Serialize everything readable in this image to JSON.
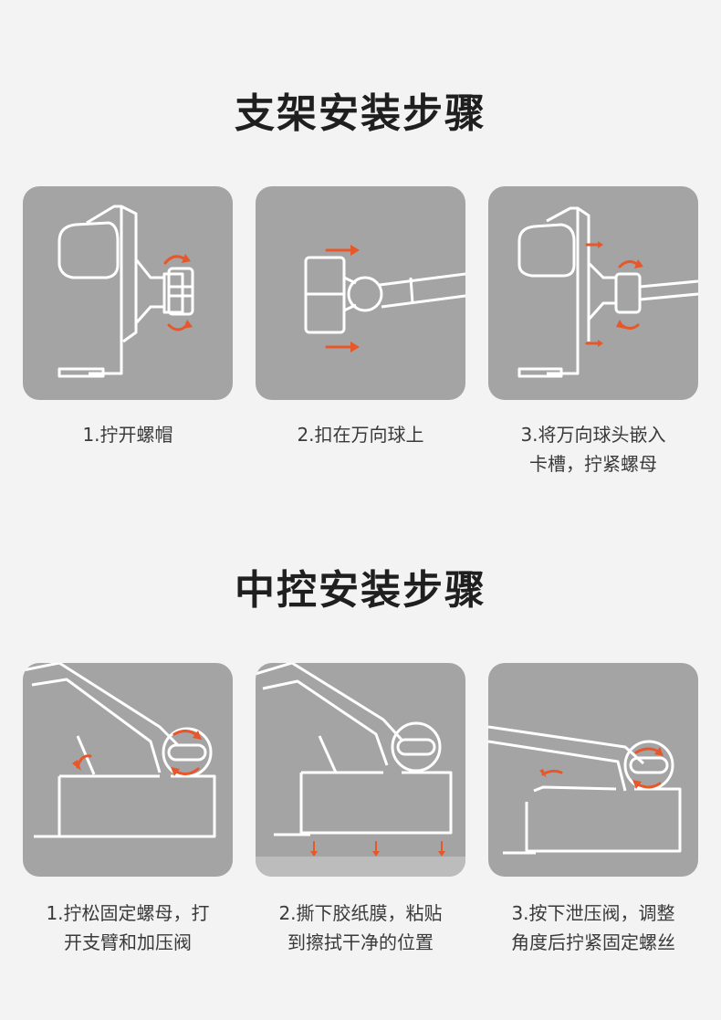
{
  "sections": [
    {
      "title": "支架安装步骤",
      "steps": [
        {
          "lines": [
            "1.拧开螺帽"
          ]
        },
        {
          "lines": [
            "2.扣在万向球上"
          ]
        },
        {
          "lines": [
            "3.将万向球头嵌入",
            "卡槽，拧紧螺母"
          ]
        }
      ]
    },
    {
      "title": "中控安装步骤",
      "steps": [
        {
          "lines": [
            "1.拧松固定螺母，打",
            "开支臂和加压阀"
          ]
        },
        {
          "lines": [
            "2.撕下胶纸膜，粘贴",
            "到擦拭干净的位置"
          ]
        },
        {
          "lines": [
            "3.按下泄压阀，调整",
            "角度后拧紧固定螺丝"
          ]
        }
      ]
    }
  ],
  "colors": {
    "card_bg": "#a4a4a4",
    "line_art": "#ffffff",
    "arrow_accent": "#e8572a"
  }
}
